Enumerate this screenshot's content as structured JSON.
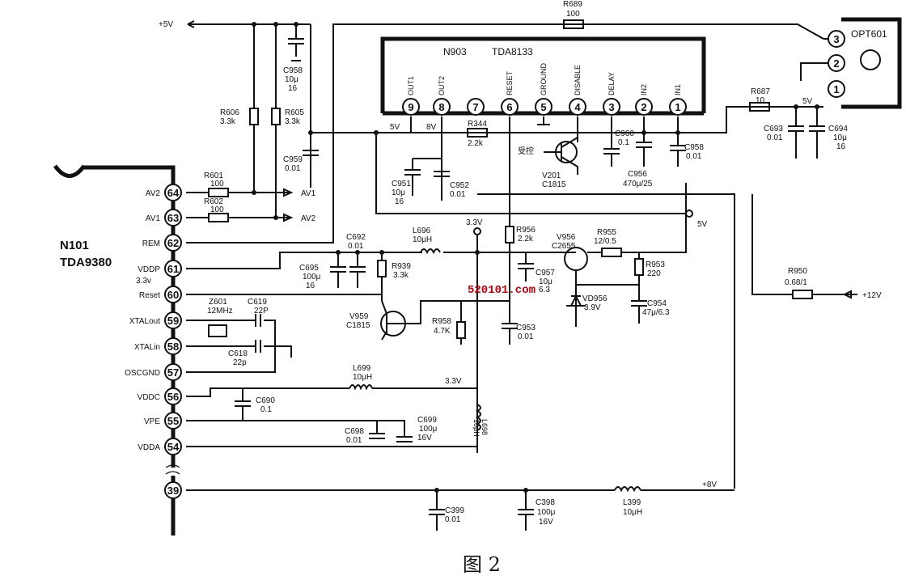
{
  "figure_caption": "图 2",
  "watermark": "520101.com",
  "main_ic": {
    "ref": "N101",
    "part": "TDA9380"
  },
  "sub_ic": {
    "ref": "N903",
    "part": "TDA8133",
    "pins": [
      {
        "num": "9",
        "name": "OUT1"
      },
      {
        "num": "8",
        "name": "OUT2"
      },
      {
        "num": "7",
        "name": ""
      },
      {
        "num": "6",
        "name": "RESET"
      },
      {
        "num": "5",
        "name": "GROUND"
      },
      {
        "num": "4",
        "name": "DISABLE"
      },
      {
        "num": "3",
        "name": "DELAY"
      },
      {
        "num": "2",
        "name": "IN2"
      },
      {
        "num": "1",
        "name": "IN1"
      }
    ]
  },
  "opt": {
    "ref": "OPT601",
    "pins": [
      "3",
      "2",
      "1"
    ]
  },
  "left_pins": [
    {
      "num": "64",
      "name": "AV2"
    },
    {
      "num": "63",
      "name": "AV1"
    },
    {
      "num": "62",
      "name": "REM"
    },
    {
      "num": "61",
      "name": "VDDP"
    },
    {
      "num": "60",
      "name": "Reset"
    },
    {
      "num": "59",
      "name": "XTALout"
    },
    {
      "num": "58",
      "name": "XTALin"
    },
    {
      "num": "57",
      "name": "OSCGND"
    },
    {
      "num": "56",
      "name": "VDDC"
    },
    {
      "num": "55",
      "name": "VPE"
    },
    {
      "num": "54",
      "name": "VDDA"
    },
    {
      "num": "39",
      "name": ""
    }
  ],
  "vddp_voltage": "3.3v",
  "rails": {
    "plus5v_top": "+5V",
    "out_av1": "AV1",
    "out_av2": "AV2",
    "plus12v": "+12V",
    "plus8v": "+8V",
    "v5_right": "5V",
    "v5_opt": "5V",
    "v33_a": "3.3V",
    "v33_b": "3.3V",
    "v5_n903": "5V",
    "v8_n903": "8V"
  },
  "components": {
    "r689": [
      "R689",
      "100"
    ],
    "r606": [
      "R606",
      "3.3k"
    ],
    "r605": [
      "R605",
      "3.3k"
    ],
    "c958t": [
      "C958",
      "10μ",
      "16"
    ],
    "c959": [
      "C959",
      "0.01"
    ],
    "r601": [
      "R601",
      "100"
    ],
    "r602": [
      "R602",
      "100"
    ],
    "r344": [
      "R344",
      "2.2k"
    ],
    "vt": [
      "V201",
      "C1815"
    ],
    "ctrl": "受控",
    "c951": [
      "C951",
      "10μ",
      "16"
    ],
    "c952": [
      "C952",
      "0.01"
    ],
    "c960": [
      "C960",
      "0.1"
    ],
    "c956": [
      "C956",
      "470μ/25"
    ],
    "c958r": [
      "C958",
      "0.01"
    ],
    "r687": [
      "R687",
      "10"
    ],
    "c693": [
      "C693",
      "0.01"
    ],
    "c694": [
      "C694",
      "10μ",
      "16"
    ],
    "c692": [
      "C692",
      "0.01"
    ],
    "c695": [
      "C695",
      "100μ",
      "16"
    ],
    "l696": [
      "L696",
      "10μH"
    ],
    "r939": [
      "R939",
      "3.3k"
    ],
    "r956": [
      "R956",
      "2.2k"
    ],
    "c957": [
      "C957",
      "10μ",
      "6.3"
    ],
    "v956": [
      "V956",
      "C2655"
    ],
    "r955": [
      "R955",
      "12/0.5"
    ],
    "r953": [
      "R953",
      "220"
    ],
    "vd956": [
      "VD956",
      "3.9V"
    ],
    "c954": [
      "C954",
      "47μ/6.3"
    ],
    "r950": [
      "R950",
      "0.68/1"
    ],
    "v959": [
      "V959",
      "C1815"
    ],
    "r958": [
      "R958",
      "4.7K"
    ],
    "c953": [
      "C953",
      "0.01"
    ],
    "z601": [
      "Z601",
      "12MHz"
    ],
    "c619": [
      "C619",
      "22P"
    ],
    "c618": [
      "C618",
      "22p"
    ],
    "l699": [
      "L699",
      "10μH"
    ],
    "c690": [
      "C690",
      "0.1"
    ],
    "c698": [
      "C698",
      "0.01"
    ],
    "c699": [
      "C699",
      "100μ",
      "16V"
    ],
    "l698": [
      "L698",
      "10μH"
    ],
    "c399": [
      "C399",
      "0.01"
    ],
    "c398": [
      "C398",
      "100μ",
      "16V"
    ],
    "l399": [
      "L399",
      "10μH"
    ]
  }
}
